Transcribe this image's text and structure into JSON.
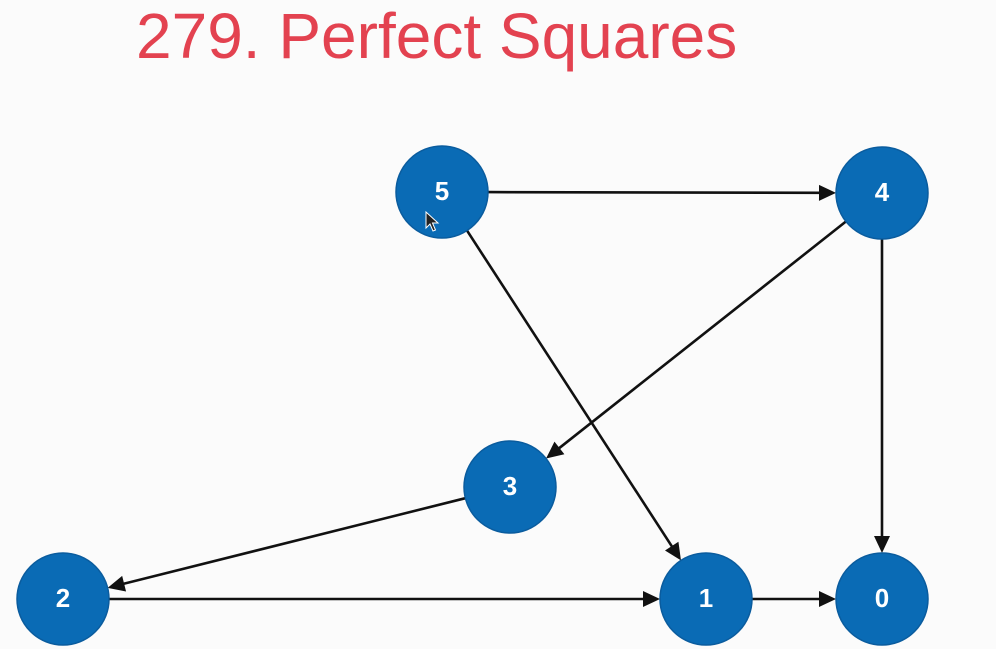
{
  "title": "279. Perfect Squares",
  "colors": {
    "title": "#e34250",
    "node_fill": "#0a6bb5",
    "node_label": "#ffffff",
    "edge": "#111111",
    "background": "#fbfbfb"
  },
  "graph": {
    "nodes": [
      {
        "id": "5",
        "label": "5"
      },
      {
        "id": "4",
        "label": "4"
      },
      {
        "id": "3",
        "label": "3"
      },
      {
        "id": "2",
        "label": "2"
      },
      {
        "id": "1",
        "label": "1"
      },
      {
        "id": "0",
        "label": "0"
      }
    ],
    "edges": [
      {
        "from": "5",
        "to": "4"
      },
      {
        "from": "5",
        "to": "1"
      },
      {
        "from": "4",
        "to": "3"
      },
      {
        "from": "4",
        "to": "0"
      },
      {
        "from": "3",
        "to": "2"
      },
      {
        "from": "2",
        "to": "1"
      },
      {
        "from": "1",
        "to": "0"
      }
    ]
  },
  "cursor_icon": "mouse-pointer-icon"
}
